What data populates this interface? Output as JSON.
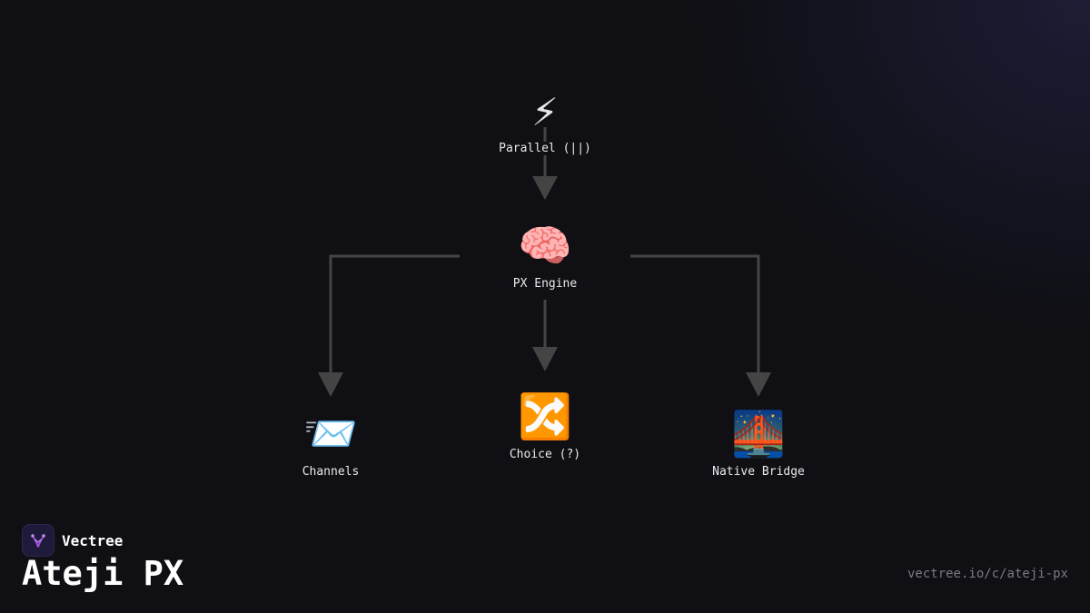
{
  "diagram": {
    "nodes": [
      {
        "id": "parallel",
        "icon": "⚡",
        "icon_name": "lightning-icon",
        "label": "Parallel (||)"
      },
      {
        "id": "engine",
        "icon": "🧠",
        "icon_name": "brain-icon",
        "label": "PX Engine"
      },
      {
        "id": "channels",
        "icon": "📨",
        "icon_name": "incoming-envelope-icon",
        "label": "Channels"
      },
      {
        "id": "choice",
        "icon": "🔀",
        "icon_name": "shuffle-icon",
        "label": "Choice (?)"
      },
      {
        "id": "bridge",
        "icon": "🌉",
        "icon_name": "bridge-at-night-icon",
        "label": "Native Bridge"
      }
    ],
    "edges": [
      {
        "from": "parallel",
        "to": "engine"
      },
      {
        "from": "engine",
        "to": "channels"
      },
      {
        "from": "engine",
        "to": "choice"
      },
      {
        "from": "engine",
        "to": "bridge"
      }
    ]
  },
  "brand": {
    "name": "Vectree",
    "logo_icon": "vectree-logo-icon"
  },
  "title": "Ateji PX",
  "url": "vectree.io/c/ateji-px",
  "colors": {
    "background": "#0f0f14",
    "edge": "#444444",
    "title": "#ffffff",
    "url": "#7a7a85"
  }
}
